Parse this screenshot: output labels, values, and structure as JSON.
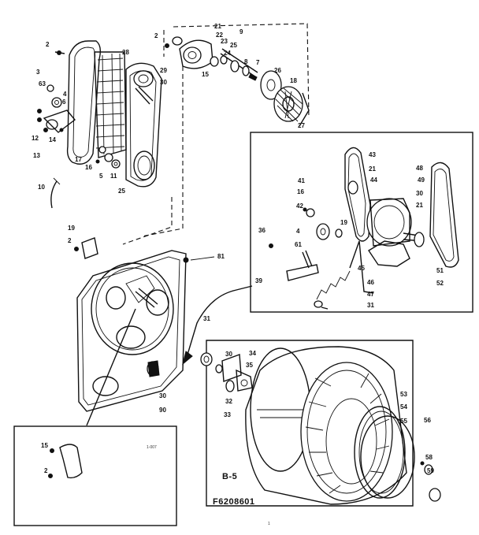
{
  "diagram": {
    "section_label": "B-5",
    "part_code": "F6208601",
    "small_tag": "1-007",
    "page_mark": "1",
    "labels": {
      "main": [
        "2",
        "28",
        "21",
        "22",
        "23",
        "25",
        "9",
        "2",
        "8",
        "24",
        "7",
        "26",
        "18",
        "15",
        "27",
        "3",
        "63",
        "29",
        "30",
        "4",
        "6",
        "14",
        "12",
        "13",
        "17",
        "16",
        "5",
        "11",
        "25",
        "10",
        "19",
        "2",
        "81",
        "31",
        "30",
        "35",
        "34",
        "32",
        "33",
        "30",
        "90",
        "53",
        "54",
        "55",
        "56",
        "58",
        "59",
        "15",
        "2"
      ],
      "inset": [
        "43",
        "21",
        "44",
        "41",
        "16",
        "42",
        "19",
        "49",
        "48",
        "30",
        "21",
        "36",
        "4",
        "61",
        "45",
        "46",
        "39",
        "47",
        "31",
        "51",
        "52"
      ]
    }
  }
}
